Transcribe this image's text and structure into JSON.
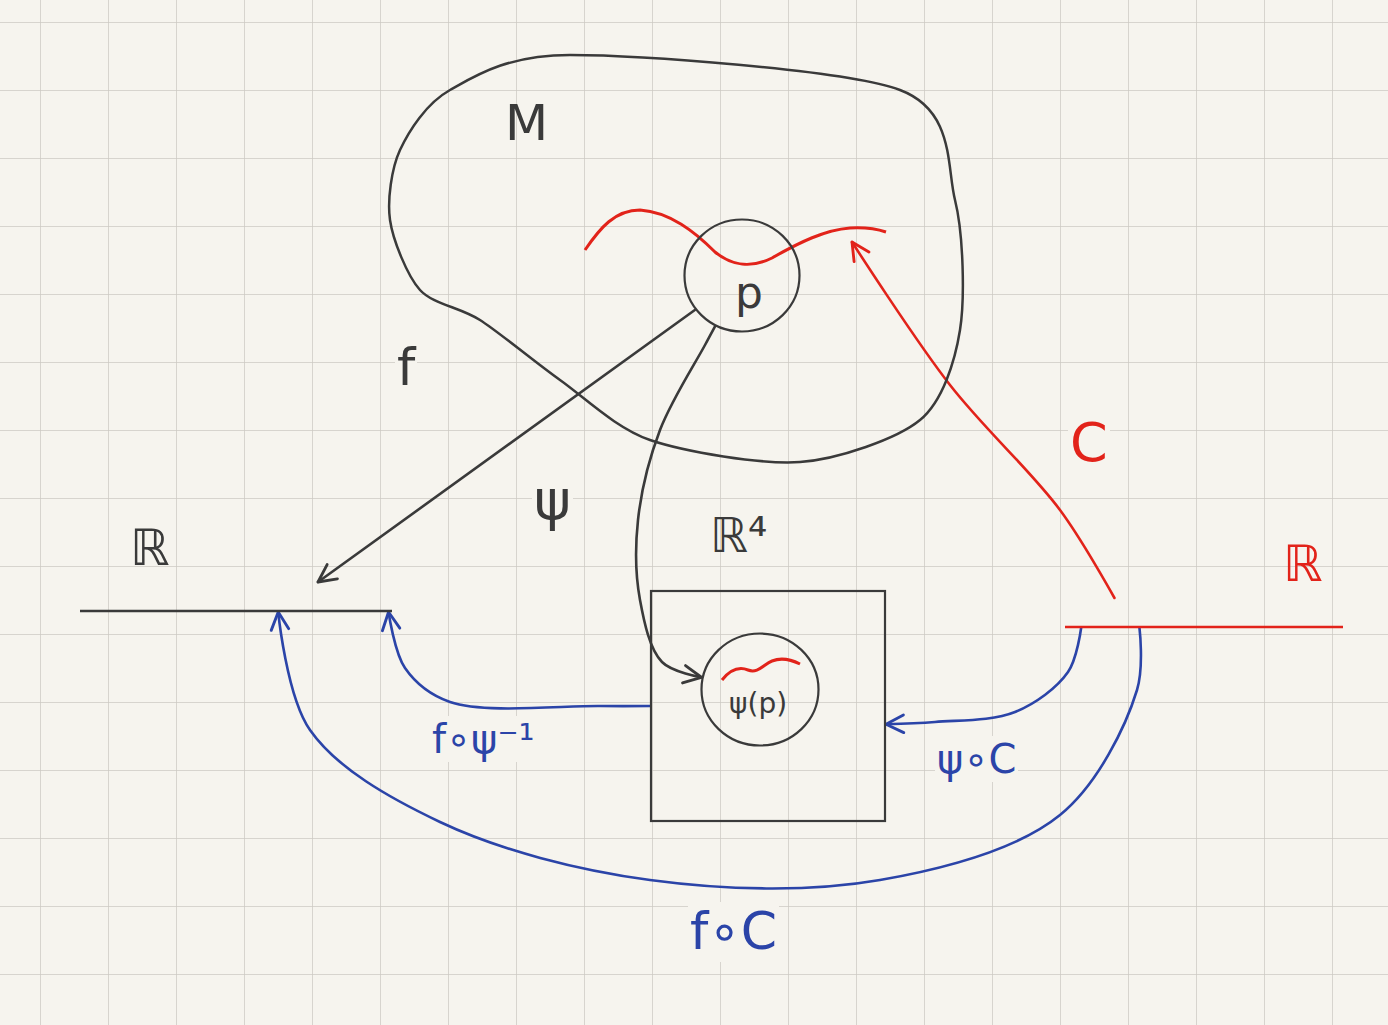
{
  "diagram": {
    "nodes": [
      {
        "text": [
          "M"
        ]
      },
      {
        "text": [
          "p"
        ],
        "in": 0
      },
      {
        "text": [
          "ℝ⁴"
        ]
      },
      {
        "text": [
          "ψ(p)"
        ],
        "in": 2
      },
      {
        "text": [
          "ℝ"
        ]
      },
      {
        "text": [
          "ℝ"
        ]
      }
    ],
    "edges": [
      {
        "from": 1,
        "to": 4,
        "arrow": "to",
        "label": "f"
      },
      {
        "from": 1,
        "to": 3,
        "arrow": "to",
        "label": "ψ"
      },
      {
        "from": 5,
        "to": 0,
        "arrow": "to",
        "label": "C"
      },
      {
        "from": 2,
        "to": 4,
        "arrow": "to",
        "label": "f∘ψ⁻¹"
      },
      {
        "from": 5,
        "to": 2,
        "arrow": "to",
        "label": "ψ∘C"
      },
      {
        "from": 5,
        "to": 4,
        "arrow": "to",
        "label": "f∘C"
      }
    ]
  }
}
